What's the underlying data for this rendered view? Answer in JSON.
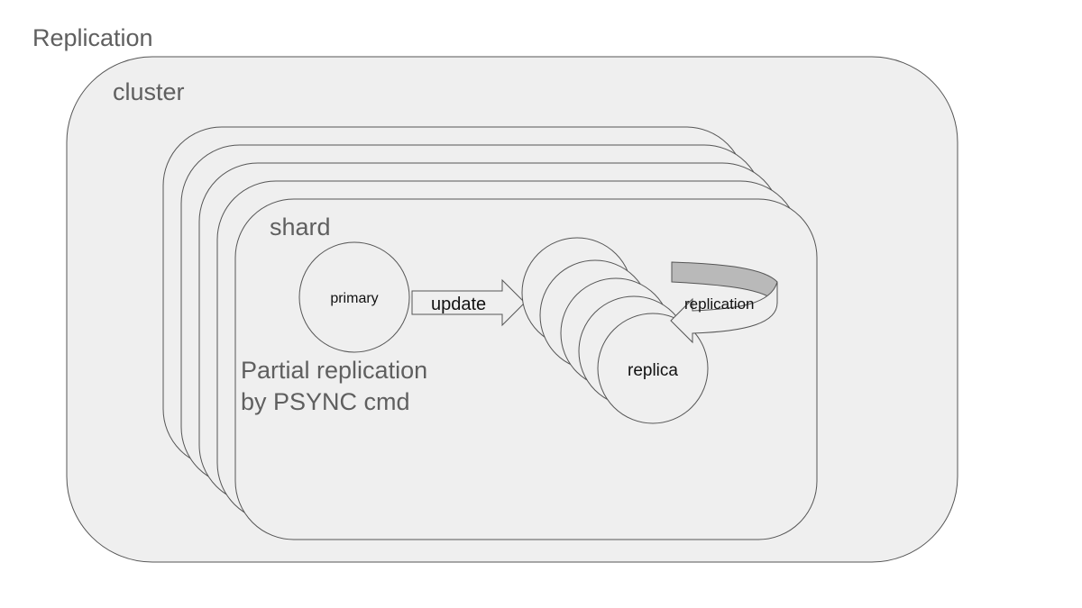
{
  "title": "Replication",
  "cluster": {
    "label": "cluster"
  },
  "shard": {
    "label": "shard",
    "stack_count": 5,
    "note_line1": "Partial replication",
    "note_line2": "by PSYNC cmd"
  },
  "primary": {
    "label": "primary"
  },
  "update_arrow": {
    "label": "update"
  },
  "replicas": {
    "label": "replica",
    "stack_count": 5
  },
  "replication_arrow": {
    "label": "replication"
  },
  "colors": {
    "background": "#ffffff",
    "container_fill": "#efefef",
    "stroke": "#555555",
    "label_text": "#5f5f5f",
    "node_text": "#111111",
    "arrow_band": "#b9b9b9"
  }
}
